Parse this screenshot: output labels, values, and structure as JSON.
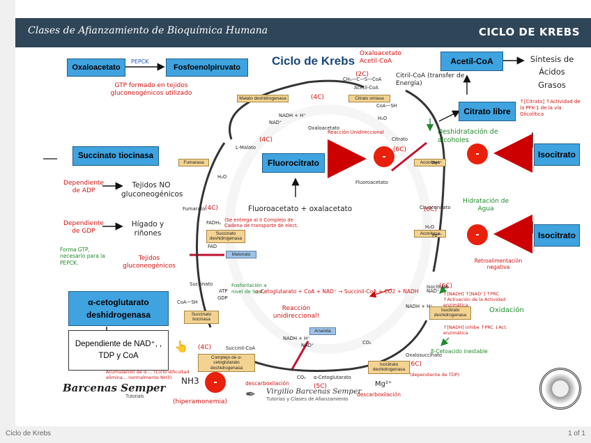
{
  "header": {
    "title": "Clases de Afianzamiento de Bioquímica Humana",
    "right": "CICLO DE KREBS"
  },
  "main_title": "Ciclo de Krebs",
  "boxes": {
    "oxaloacetato": "Oxaloacetato",
    "fosfoenolpiruvato": "Fosfoenolpiruvato",
    "acetil_coa": "Acetil-CoA",
    "citrato_libre": "Citrato libre",
    "succinato_tiocinasa": "Succinato tiocinasa",
    "fluorocitrato": "Fluorocitrato",
    "isocitrato_1": "Isocitrato",
    "isocitrato_2": "Isocitrato",
    "akg_dh": "α-cetoglutarato deshidrogenasa",
    "dependiente_nad": "Dependiente de NAD⁺, , TDP y CoA"
  },
  "notes": {
    "pepck": "PEPCK",
    "gtp_formado": "GTP formado en tejidos gluconeogénicos utilizado",
    "sintesis": "Síntesis de Ácidos Grasos",
    "oxalo_acetil": "Oxaloacetato Acetil-CoA",
    "citril_coa": "Citril-CoA (transfer de Energía)",
    "atp_citrato": "↑[Citrato] ↑Actividad de la PFK-1 de la vía Glicolítica",
    "deshidratacion": "Deshidratación de alcoholes",
    "dep_adp": "Dependiente de ADP",
    "tejidos_no": "Tejidos NO gluconeogénicos",
    "dep_gdp": "Dependiente de GDP",
    "higado": "Hígado y riñones",
    "forma_gtp": "Forma GTP, necesario para la PEPCK.",
    "tejidos_gluco": "Tejidos gluconeogénicos",
    "fluoroacetato": "Fluoroacetato + oxalacetato",
    "se_entrega": "(Se entrega al II Complejo de Cadena de transporte de elect.",
    "reaccion_unidir": "Reacción Unidireccional",
    "hidratacion": "Hidratación de Agua",
    "retro": "Retroalimentación negativa",
    "fosforilacion": "Fosforilación a nivel de Sust.",
    "akg_reaction": "α-Cetoglutarato + CoA + NAD⁺ → Succinil-CoA + CO2 + NADH",
    "reaccion_unidir2": "Reacción unidireccional!",
    "nadh_prc": "↑[NADH] ↑[NAD⁺] ↑PRC ↑Activación de la Actividad enzimática",
    "oxidacion": "Oxidación",
    "inhibe": "↑[NADH] inhibe ↑PRC ↓Act. enzimática",
    "b_cetoacido": "β-Cetoacido inestable",
    "acumulacion": "Acumulación de α-... (Ciclo dificultad elimina... normalmente NH3)",
    "nh3": "NH3",
    "hiperamonemia": "(hiperamonemia)",
    "descarb1": "descarboxilación",
    "descarb2": "descarboxilación",
    "dep_tdp": "(dependiente de TDP)",
    "mg": "Mg²⁺",
    "c_4c": "(4C)",
    "c_6c": "(6C)",
    "c_5c": "(5C)",
    "c_2c": "(2C)"
  },
  "enzymes": {
    "malato_dh": "Malato deshidrogenasa",
    "citrato_sintasa": "Citrato sintasa",
    "fumarasa": "Fumarasa",
    "succinato_dh": "Succinato deshidrogenasa",
    "aconitasa": "Aconitasa",
    "aconitasa2": "Aconitasa",
    "succinato_tiocinasa_enz": "Succinato tiocinasa",
    "akg_complex": "Complejo de α-cetoglutarato deshidrogenasa",
    "isocitrato_dh": "Isocitrato deshidrogenasa",
    "isocitrato_dh2": "Isocitrato deshidrogenasa",
    "arsenita": "Arsenita",
    "malonato": "Malonato"
  },
  "molecules": {
    "acetil_coa_mol": "CH₃—C—S—CoA",
    "acetil_lbl": "Acetil-CoA",
    "oxalo_lbl": "Oxaloacetato",
    "malato": "L-Malato",
    "fumarato": "Fumarato",
    "succinato": "Succinato",
    "succinil": "Succinil-CoA",
    "akg": "α-Cetoglutarato",
    "oxalosuccinato": "Oxalosuccinato",
    "isocitrato_mol": "Isocitrato",
    "cisaconitato": "Cis-aconitato",
    "citrato_mol": "Citrato",
    "fluoroacetato_mol": "Fluoroacetato",
    "nad": "NAD⁺",
    "nadh": "NADH + H⁺",
    "fadh": "FADH₂",
    "fad": "FAD",
    "gdp": "GDP",
    "atp": "ATP",
    "coa_sh": "CoA—SH",
    "co2": "CO₂",
    "h2o": "H₂O",
    "fe": "Fe²⁺"
  },
  "minus": "-",
  "logo_left": "Barcenas Semper",
  "logo_left_sub": "Tutorials",
  "signature": "Virgilio Barcenas Semper",
  "signature_sub": "Tutorías y Clases de Afianzamiento",
  "footer": {
    "left": "Ciclo de Krebs",
    "right": "1 of 1"
  }
}
